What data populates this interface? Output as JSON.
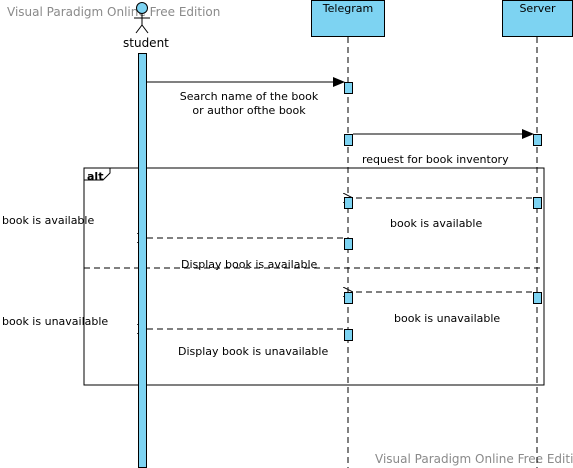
{
  "watermark_top": "Visual Paradigm Online Free Edition",
  "watermark_bottom": "Visual Paradigm Online Free Edition",
  "lifelines": {
    "student": "student",
    "telegram": "Telegram",
    "server": "Server"
  },
  "fragment": {
    "operator": "alt",
    "guard_1": "book is available",
    "guard_2": "book is unavailable"
  },
  "messages": {
    "search_line1": "Search name of the book",
    "search_line2": "or author ofthe book",
    "request": "request for book inventory",
    "reply_available": "book is available",
    "display_available": "Display book is available",
    "reply_unavailable": "book is unavailable",
    "display_unavailable": "Display book is unavailable"
  }
}
